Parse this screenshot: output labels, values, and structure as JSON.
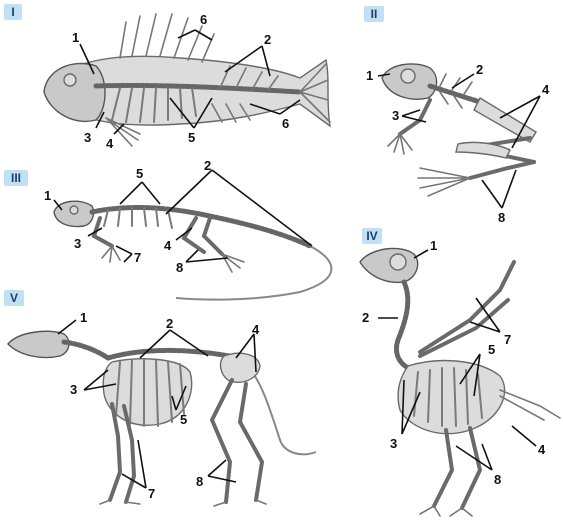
{
  "panels": [
    {
      "id": "fish",
      "roman": "I",
      "labels": [
        "1",
        "2",
        "3",
        "4",
        "5",
        "6"
      ]
    },
    {
      "id": "frog",
      "roman": "II",
      "labels": [
        "1",
        "2",
        "3",
        "4",
        "8"
      ]
    },
    {
      "id": "lizard",
      "roman": "III",
      "labels": [
        "1",
        "2",
        "3",
        "4",
        "5",
        "7",
        "8"
      ]
    },
    {
      "id": "bird",
      "roman": "IV",
      "labels": [
        "1",
        "2",
        "3",
        "4",
        "5",
        "7",
        "8"
      ]
    },
    {
      "id": "dog",
      "roman": "V",
      "labels": [
        "1",
        "2",
        "3",
        "4",
        "5",
        "7",
        "8"
      ]
    }
  ]
}
